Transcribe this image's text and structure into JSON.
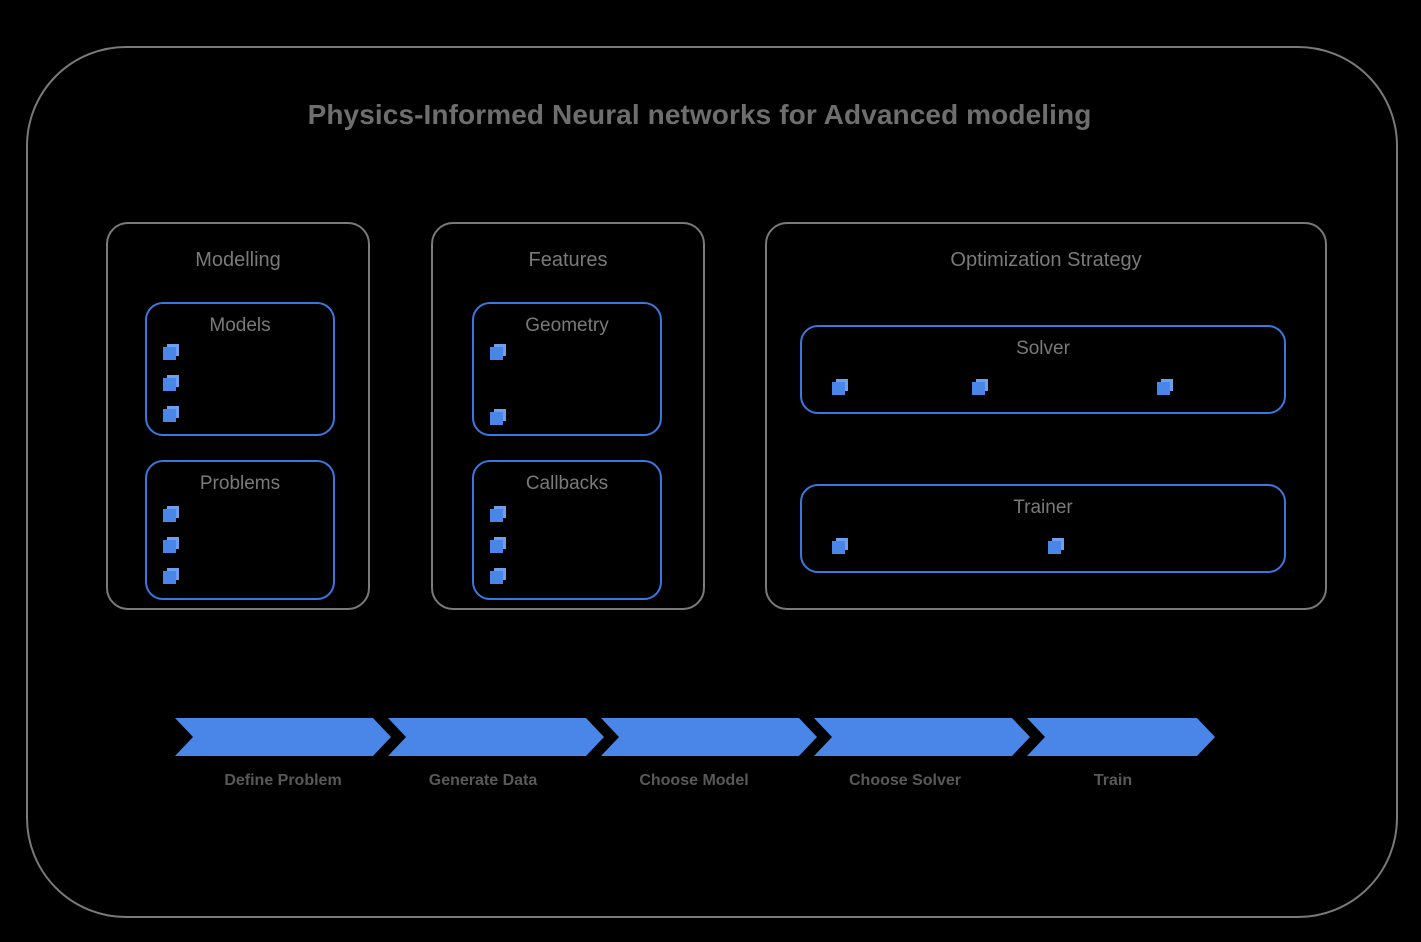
{
  "diagram": {
    "title": "Physics-Informed Neural networks for Advanced modeling",
    "colors": {
      "background": "#000000",
      "frame_border": "#7a7a7a",
      "group_border": "#7a7a7a",
      "inner_border": "#3b77e0",
      "accent_blue": "#4a85e8",
      "bullet_highlight": "#6d9ff0",
      "title_text": "#6e6e6e",
      "label_text": "#7a7a7a",
      "pipeline_label_text": "#595959"
    }
  },
  "groups": [
    {
      "id": "modelling",
      "title": "Modelling",
      "boxes": [
        {
          "id": "models",
          "title": "Models",
          "bullet_count": 3,
          "bullet_layout": "vertical"
        },
        {
          "id": "problems",
          "title": "Problems",
          "bullet_count": 3,
          "bullet_layout": "vertical"
        }
      ]
    },
    {
      "id": "features",
      "title": "Features",
      "boxes": [
        {
          "id": "geometry",
          "title": "Geometry",
          "bullet_count": 2,
          "bullet_layout": "vertical-spread"
        },
        {
          "id": "callbacks",
          "title": "Callbacks",
          "bullet_count": 3,
          "bullet_layout": "vertical"
        }
      ]
    },
    {
      "id": "optimization-strategy",
      "title": "Optimization Strategy",
      "boxes": [
        {
          "id": "solver",
          "title": "Solver",
          "bullet_count": 3,
          "bullet_layout": "horizontal"
        },
        {
          "id": "trainer",
          "title": "Trainer",
          "bullet_count": 2,
          "bullet_layout": "horizontal"
        }
      ]
    }
  ],
  "pipeline": {
    "steps": [
      {
        "label": "Define Problem"
      },
      {
        "label": "Generate Data"
      },
      {
        "label": "Choose Model"
      },
      {
        "label": "Choose Solver"
      },
      {
        "label": "Train"
      }
    ]
  }
}
